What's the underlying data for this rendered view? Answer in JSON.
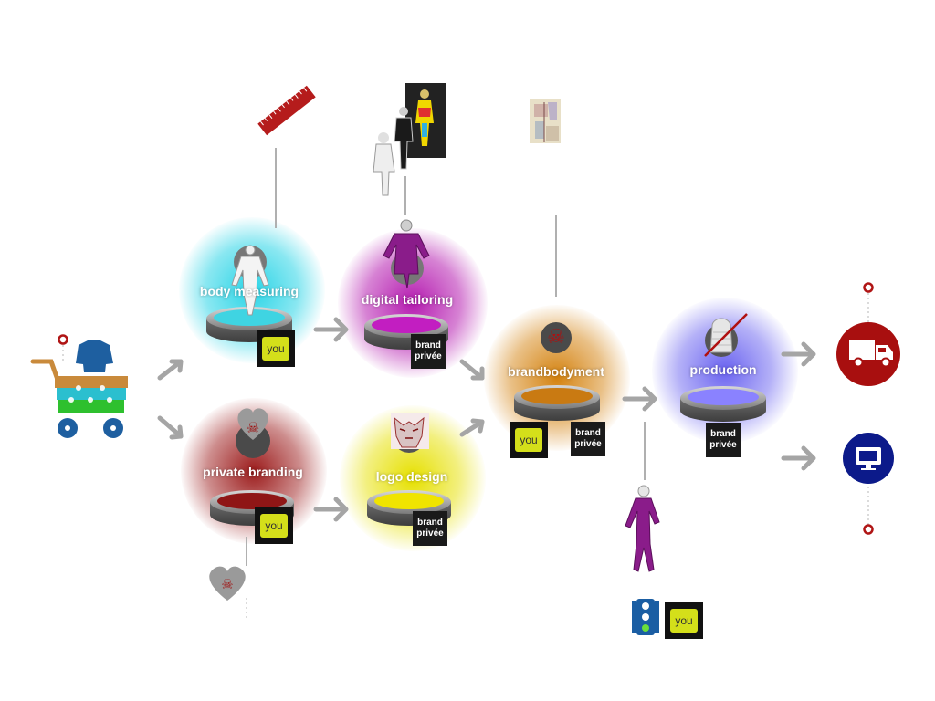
{
  "stages": {
    "body_measuring": {
      "label": "body measuring",
      "badge": "you",
      "color": "#29d4e6"
    },
    "digital_tailoring": {
      "label": "digital tailoring",
      "badge": "brand privée",
      "color": "#b51cb0"
    },
    "private_branding": {
      "label": "private branding",
      "badge": "you",
      "color": "#9c1c1c"
    },
    "logo_design": {
      "label": "logo design",
      "badge": "brand privée",
      "color": "#e6e000"
    },
    "brandbodyment": {
      "label": "brandbodyment",
      "badge_you": "you",
      "badge_brand": "brand privée",
      "color": "#d4820f"
    },
    "production": {
      "label": "production",
      "badge": "brand privée",
      "color": "#6a63f0"
    }
  },
  "approval": {
    "badge": "you"
  },
  "outputs": {
    "delivery": {
      "icon": "truck-icon",
      "color": "#a80f0f"
    },
    "online": {
      "icon": "monitor-icon",
      "color": "#0c1a8a"
    }
  },
  "cart": {
    "icon": "shopping-cart-icon",
    "colors": [
      "#c98a3b",
      "#2bbfcf",
      "#2ec02e"
    ]
  },
  "icons": {
    "skull": "☠",
    "heart_skull_color": "#8c8c8c"
  }
}
